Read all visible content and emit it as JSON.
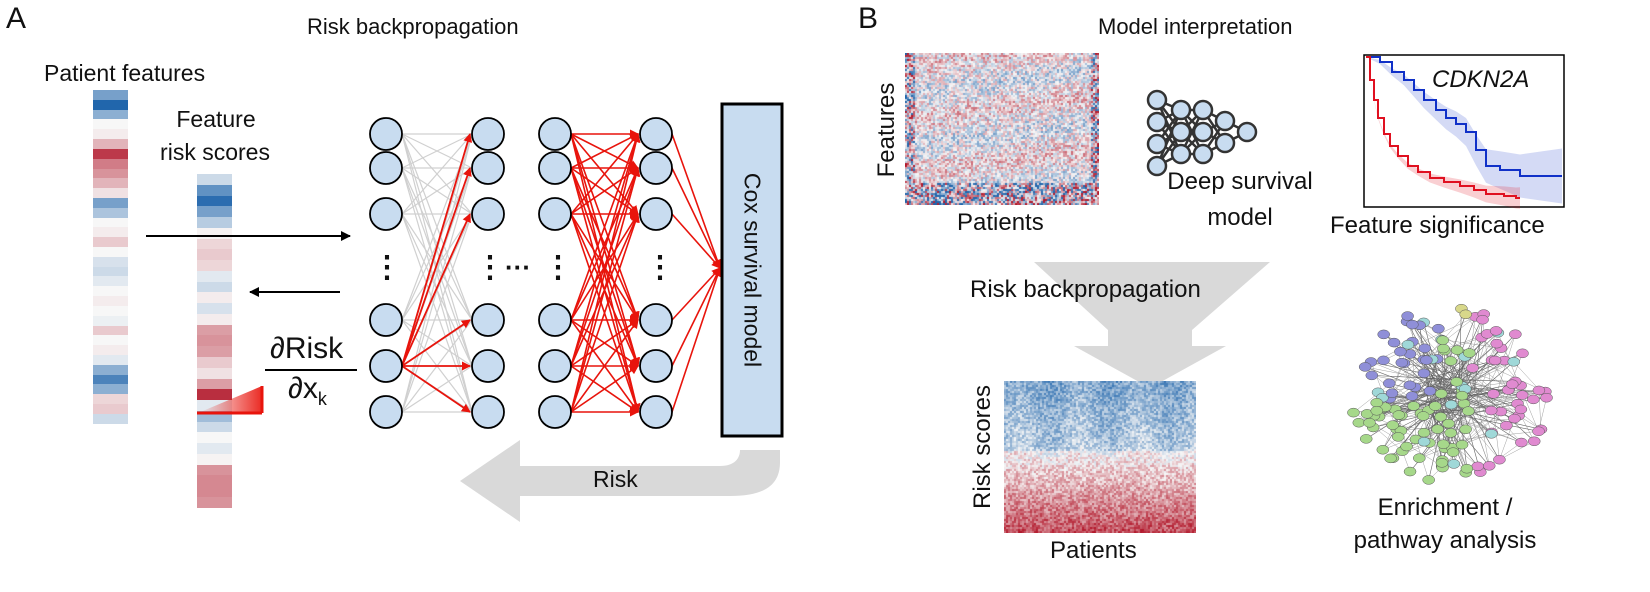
{
  "panel_a": {
    "letter": "A",
    "title": "Risk backpropagation",
    "patient_features_label": "Patient features",
    "feature_risk_scores_label_1": "Feature",
    "feature_risk_scores_label_2": "risk scores",
    "gradient_numerator": "∂Risk",
    "gradient_denominator": "∂x",
    "gradient_subscript": "k",
    "cox_box_label": "Cox survival model",
    "risk_arrow_label": "Risk",
    "ellipsis_vertical": "⋮",
    "ellipsis_horizontal": "···"
  },
  "panel_b": {
    "letter": "B",
    "title": "Model interpretation",
    "features_axis": "Features",
    "patients_axis_top": "Patients",
    "deep_model_label_1": "Deep survival",
    "deep_model_label_2": "model",
    "gene_name": "CDKN2A",
    "feature_significance": "Feature significance",
    "risk_backprop_label": "Risk backpropagation",
    "risk_scores_axis": "Risk scores",
    "patients_axis_bottom": "Patients",
    "enrichment_label_1": "Enrichment /",
    "enrichment_label_2": "pathway analysis"
  },
  "colors": {
    "node_fill": "#c8dcf0",
    "red": "#e8140c",
    "grey_link": "#cfcfcf",
    "arrow_grey": "#d9d9d9",
    "cox_box": "#c8dcf0",
    "km_blue": "#1030c8",
    "km_red": "#e01020"
  }
}
